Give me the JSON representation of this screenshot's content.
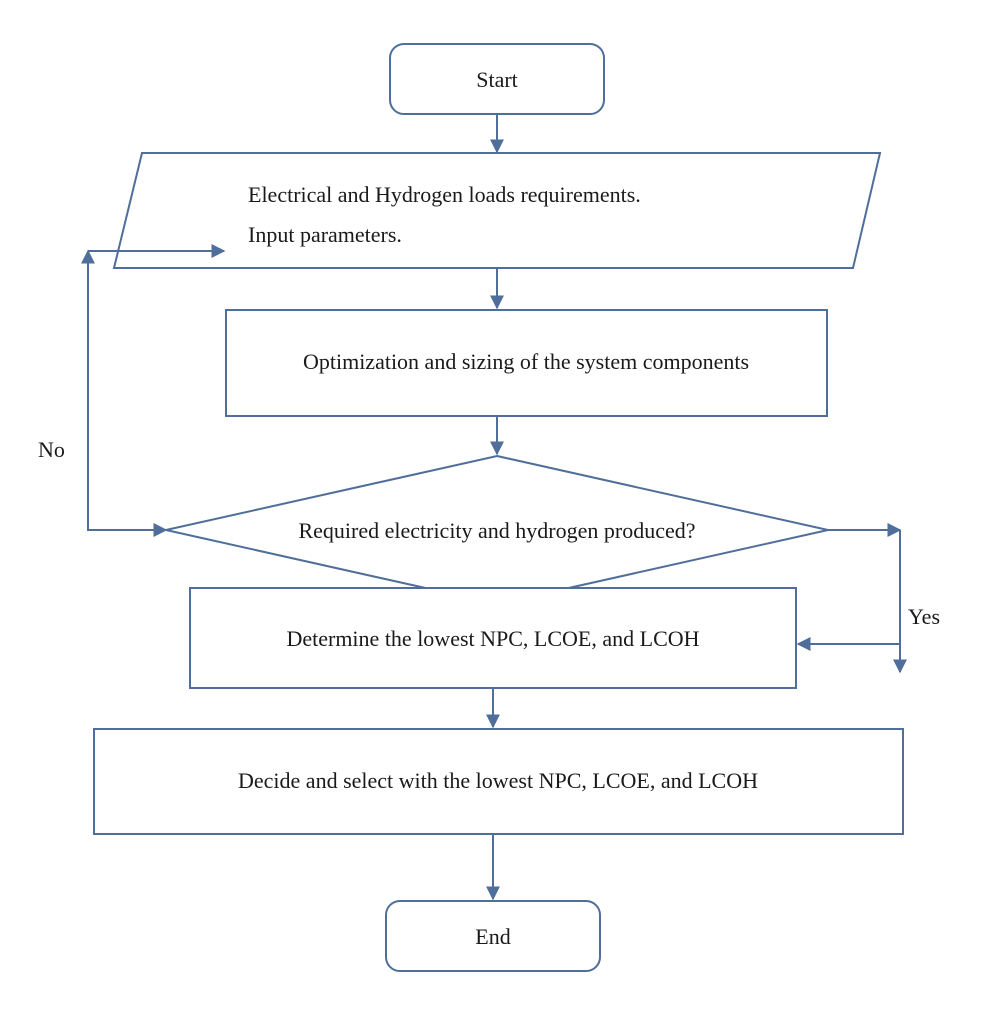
{
  "diagram": {
    "nodes": {
      "start": {
        "label": "Start"
      },
      "input": {
        "line1": "Electrical and Hydrogen loads requirements.",
        "line2": "Input parameters."
      },
      "optimize": {
        "label": "Optimization and sizing of the system components"
      },
      "decision": {
        "label": "Required electricity and hydrogen produced?"
      },
      "determine": {
        "label": "Determine the lowest NPC, LCOE, and LCOH"
      },
      "select": {
        "label": "Decide and select with the lowest NPC, LCOE, and LCOH"
      },
      "end": {
        "label": "End"
      }
    },
    "edges": {
      "no_label": "No",
      "yes_label": "Yes"
    }
  },
  "colors": {
    "stroke": "#4f6e99",
    "text": "#1a1a1a",
    "background": "#ffffff"
  }
}
